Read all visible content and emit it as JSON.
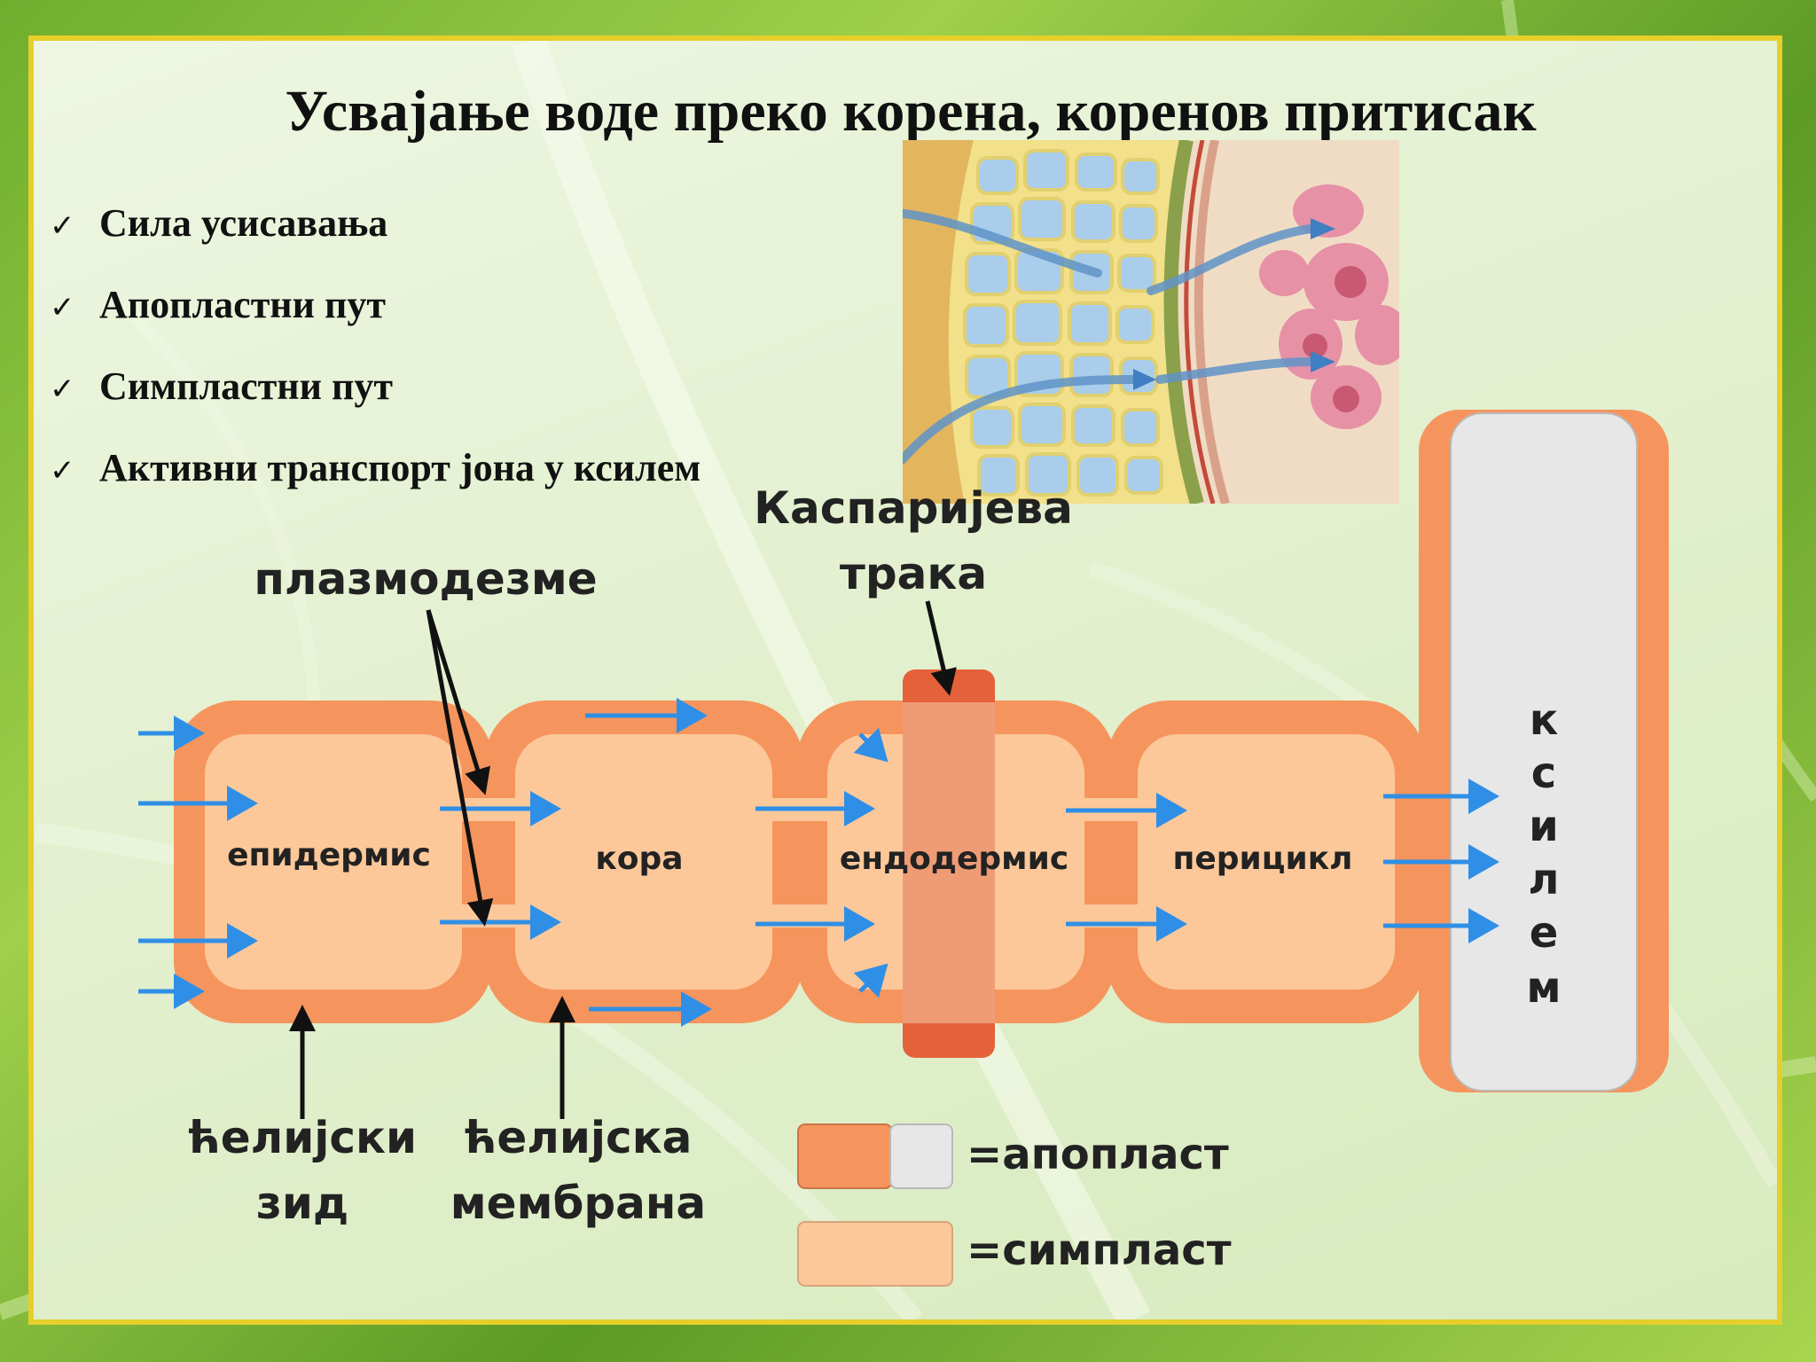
{
  "title": "Усвајање воде преко корена, коренов притисак",
  "bullets": [
    {
      "check": "✓",
      "text": "Сила усисавања"
    },
    {
      "check": "✓",
      "text": "Апопластни пут"
    },
    {
      "check": "✓",
      "text": "Симпластни пут"
    },
    {
      "check": "✓",
      "text": "Активни транспорт јона у ксилем"
    }
  ],
  "diagram": {
    "cells": [
      "епидермис",
      "кора",
      "ендодермис",
      "перицикл"
    ],
    "xylem_letters": [
      "к",
      "с",
      "и",
      "л",
      "е",
      "м"
    ],
    "callouts": {
      "casparian_line1": "Каспаријева",
      "casparian_line2": "трака",
      "plasmodesmata": "плазмодезме",
      "wall_line1": "ћелијски",
      "wall_line2": "зид",
      "membrane_line1": "ћелијска",
      "membrane_line2": "мембрана"
    },
    "legend": {
      "apoplast": "=апопласт",
      "symplast": "=симпласт"
    }
  },
  "colors": {
    "frame": "#e6cf2a",
    "wall": "#f5955d",
    "symplast": "#fcc89a",
    "casparian": "#e5613a",
    "xylem_lumen": "#e7e7e7",
    "arrow": "#2f8fe6"
  }
}
